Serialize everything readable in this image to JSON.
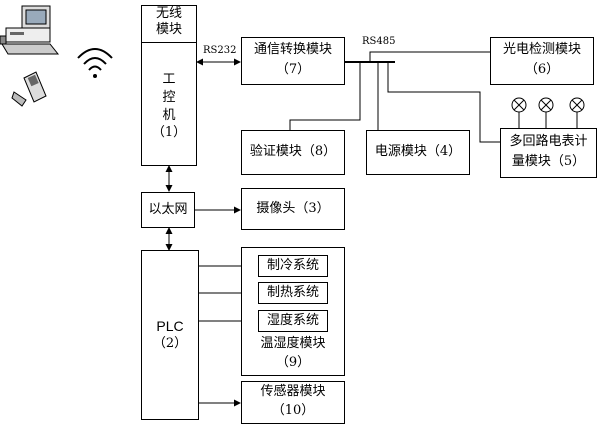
{
  "wireless_module": "无线\n模块",
  "ipc": {
    "line1": "工",
    "line2": "控",
    "line3": "机",
    "num": "（1）"
  },
  "rs232": "RS232",
  "rs485": "RS485",
  "comm_module": {
    "name": "通信转换模块",
    "num": "（7）"
  },
  "light_module": {
    "name": "光电检测模块",
    "num": "（6）"
  },
  "verify_module": "验证模块（8）",
  "power_module": "电源模块（4）",
  "meter_module": {
    "line1": "多回路电表计",
    "line2": "量模块（5）"
  },
  "ethernet": "以太网",
  "camera": "摄像头（3）",
  "plc": {
    "name": "PLC",
    "num": "（2）"
  },
  "cooling": "制冷系统",
  "heating": "制热系统",
  "humidity": "湿度系统",
  "temp_humidity_module": {
    "name": "温湿度模块",
    "num": "（9）"
  },
  "sensor_module": {
    "name": "传感器模块",
    "num": "（10）"
  }
}
